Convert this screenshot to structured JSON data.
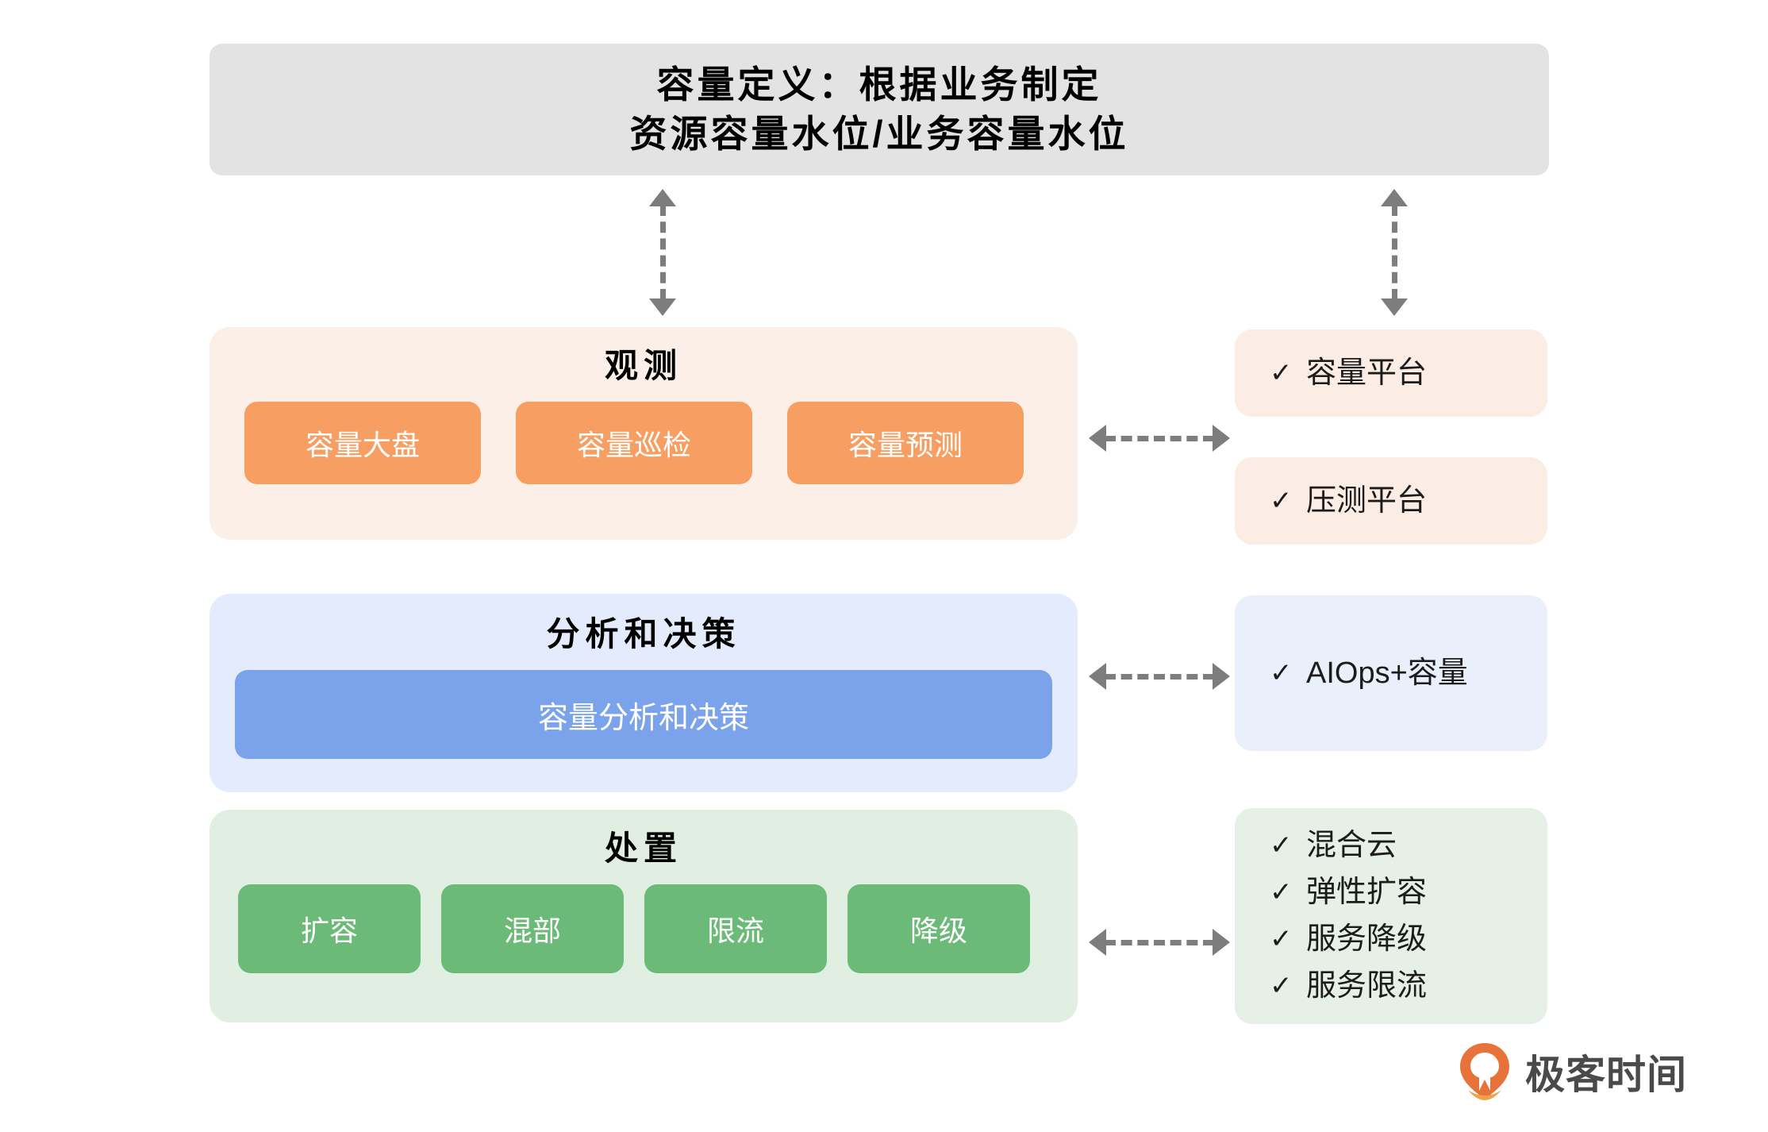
{
  "header": {
    "line1": "容量定义：根据业务制定",
    "line2": "资源容量水位/业务容量水位"
  },
  "layers": [
    {
      "title": "观测",
      "chips": [
        "容量大盘",
        "容量巡检",
        "容量预测"
      ]
    },
    {
      "title": "分析和决策",
      "bar": "容量分析和决策"
    },
    {
      "title": "处置",
      "chips": [
        "扩容",
        "混部",
        "限流",
        "降级"
      ]
    }
  ],
  "side_cards": [
    {
      "items": [
        {
          "tick": "✓",
          "label": "容量平台"
        }
      ]
    },
    {
      "items": [
        {
          "tick": "✓",
          "label": "压测平台"
        }
      ]
    },
    {
      "items": [
        {
          "tick": "✓",
          "label": "AIOps+容量"
        }
      ]
    },
    {
      "items": [
        {
          "tick": "✓",
          "label": "混合云"
        },
        {
          "tick": "✓",
          "label": "弹性扩容"
        },
        {
          "tick": "✓",
          "label": "服务降级"
        },
        {
          "tick": "✓",
          "label": "服务限流"
        }
      ]
    }
  ],
  "logo": {
    "text": "极客时间"
  },
  "colors": {
    "header_bg": "#e3e3e3",
    "observe_bg": "#fbefe7",
    "observe_chip": "#f79f62",
    "analyze_bg": "#e3ebfc",
    "analyze_bar": "#7ba3ec",
    "dispose_bg": "#e1efe2",
    "dispose_chip": "#6cba77",
    "arrow": "#7d7d7d",
    "logo_orange": "#e8733a"
  }
}
